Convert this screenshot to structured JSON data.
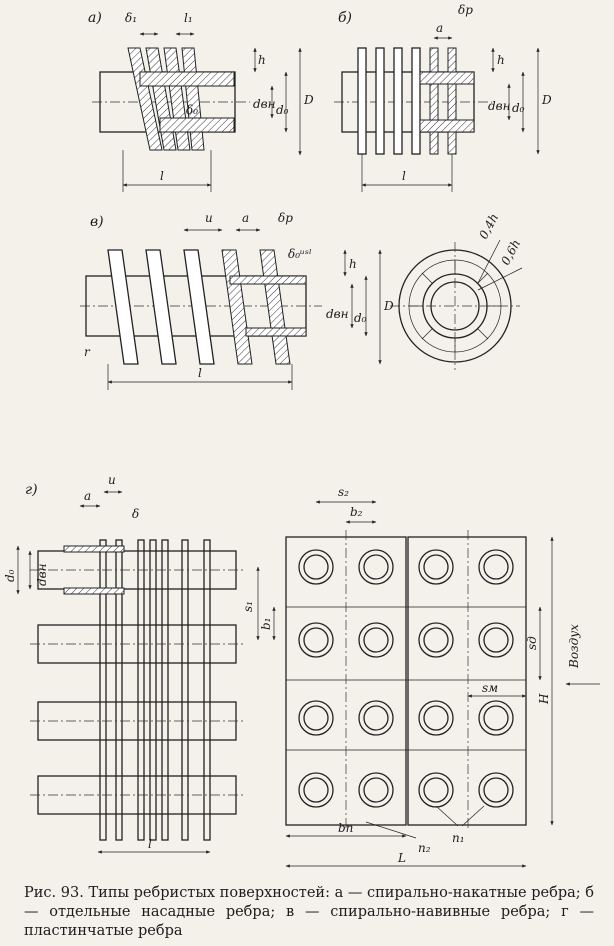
{
  "caption": "Рис. 93. Типы ребристых поверхностей: а — спирально-накатные ребра; б — отдельные насадные ребра; в — спирально-навивные ребра; г — пластинчатые ребра",
  "panels": {
    "a": {
      "label": "а)",
      "dims": {
        "delta1": "δ₁",
        "l1": "l₁",
        "h": "h",
        "d_in": "dвн",
        "d0": "d₀",
        "D": "D",
        "delta0": "δ₀",
        "l": "l"
      }
    },
    "b": {
      "label": "б)",
      "dims": {
        "deltap": "δр",
        "a": "a",
        "h": "h",
        "d_in": "dвн",
        "d0": "d₀",
        "D": "D",
        "l": "l"
      }
    },
    "v": {
      "label": "в)",
      "dims": {
        "u": "u",
        "a": "a",
        "deltap": "δр",
        "delta0_usl": "δ₀ᵘˢˡ",
        "h": "h",
        "d_in": "dвн",
        "d0": "d₀",
        "D": "D",
        "l": "l",
        "r": "r",
        "h04": "0,4h",
        "h06": "0,6h"
      }
    },
    "g": {
      "label": "г)",
      "dims": {
        "a": "a",
        "u": "u",
        "delta": "δ",
        "d0": "d₀",
        "d_in": "dвн",
        "s2": "s₂",
        "b2": "b₂",
        "s1": "s₁",
        "b1": "b₁",
        "sd": "sд",
        "sm": "sм",
        "H": "H",
        "air": "Воздух",
        "bp": "bп",
        "n2": "n₂",
        "n1": "n₁",
        "L": "L",
        "l": "l"
      }
    }
  }
}
